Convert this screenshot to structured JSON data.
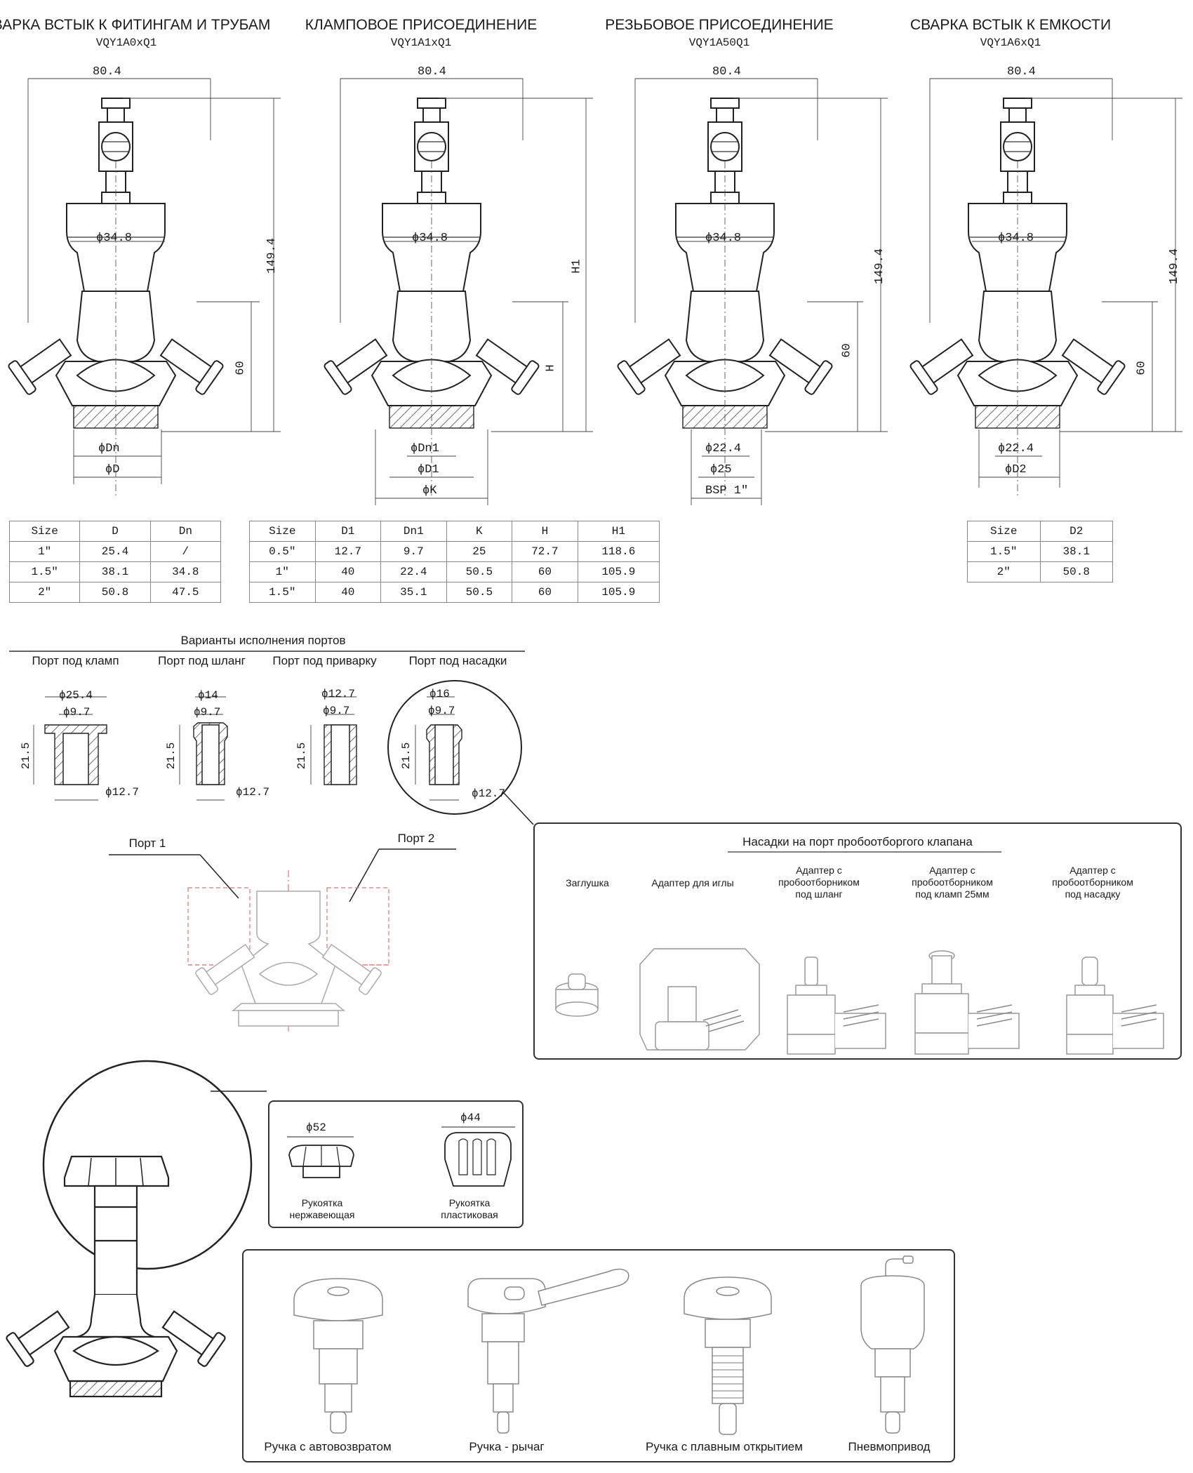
{
  "variants": [
    {
      "title": "СВАРКА ВСТЫК К ФИТИНГАМ И ТРУБАМ",
      "code": "VQY1A0xQ1",
      "width": "80.4",
      "dia": "ϕ34.8",
      "height": "149.4",
      "h60": "60",
      "b1": "ϕDn",
      "b2": "ϕD",
      "b3": ""
    },
    {
      "title": "КЛАМПОВОЕ ПРИСОЕДИНЕНИЕ",
      "code": "VQY1A1xQ1",
      "width": "80.4",
      "dia": "ϕ34.8",
      "height": "H1",
      "h60": "H",
      "b1": "ϕDn1",
      "b2": "ϕD1",
      "b3": "ϕK"
    },
    {
      "title": "РЕЗЬБОВОЕ ПРИСОЕДИНЕНИЕ",
      "code": "VQY1A50Q1",
      "width": "80.4",
      "dia": "ϕ34.8",
      "height": "149.4",
      "h60": "60",
      "b1": "ϕ22.4",
      "b2": "ϕ25",
      "b3": "BSP 1\""
    },
    {
      "title": "СВАРКА ВСТЫК К ЕМКОСТИ",
      "code": "VQY1A6xQ1",
      "width": "80.4",
      "dia": "ϕ34.8",
      "height": "149.4",
      "h60": "60",
      "b1": "ϕ22.4",
      "b2": "ϕD2",
      "b3": ""
    }
  ],
  "tables": {
    "t1": {
      "headers": [
        "Size",
        "D",
        "Dn"
      ],
      "rows": [
        [
          "1\"",
          "25.4",
          "/"
        ],
        [
          "1.5\"",
          "38.1",
          "34.8"
        ],
        [
          "2\"",
          "50.8",
          "47.5"
        ]
      ]
    },
    "t2": {
      "headers": [
        "Size",
        "D1",
        "Dn1",
        "K",
        "H",
        "H1"
      ],
      "rows": [
        [
          "0.5\"",
          "12.7",
          "9.7",
          "25",
          "72.7",
          "118.6"
        ],
        [
          "1\"",
          "40",
          "22.4",
          "50.5",
          "60",
          "105.9"
        ],
        [
          "1.5\"",
          "40",
          "35.1",
          "50.5",
          "60",
          "105.9"
        ]
      ]
    },
    "t3": {
      "headers": [
        "Size",
        "D2"
      ],
      "rows": [
        [
          "1.5\"",
          "38.1"
        ],
        [
          "2\"",
          "50.8"
        ]
      ]
    }
  },
  "ports": {
    "heading": "Варианты исполнения портов",
    "items": [
      {
        "label": "Порт под кламп",
        "top": "ϕ25.4",
        "mid": "ϕ9.7",
        "side": "21.5",
        "bottom": "ϕ12.7"
      },
      {
        "label": "Порт под шланг",
        "top": "ϕ14",
        "mid": "ϕ9.7",
        "side": "21.5",
        "bottom": "ϕ12.7"
      },
      {
        "label": "Порт под приварку",
        "top": "ϕ12.7",
        "mid": "ϕ9.7",
        "side": "21.5",
        "bottom": ""
      },
      {
        "label": "Порт под насадки",
        "top": "ϕ16",
        "mid": "ϕ9.7",
        "side": "21.5",
        "bottom": "ϕ12.7"
      }
    ],
    "port1": "Порт 1",
    "port2": "Порт 2"
  },
  "attachments": {
    "title": "Насадки на порт пробоотборгого клапана",
    "items": [
      "Заглушка",
      "Адаптер для иглы",
      "Адаптер с\nпробоотборником\nпод шланг",
      "Адаптер с\nпробоотборником\nпод кламп 25мм",
      "Адаптер с\nпробоотборником\nпод насадку"
    ]
  },
  "handles": {
    "items": [
      {
        "dia": "ϕ52",
        "label": "Рукоятка\nнержавеющая"
      },
      {
        "dia": "ϕ44",
        "label": "Рукоятка\nпластиковая"
      }
    ]
  },
  "actuators": [
    "Ручка с автовозвратом",
    "Ручка - рычаг",
    "Ручка с плавным открытием",
    "Пневмопривод"
  ]
}
